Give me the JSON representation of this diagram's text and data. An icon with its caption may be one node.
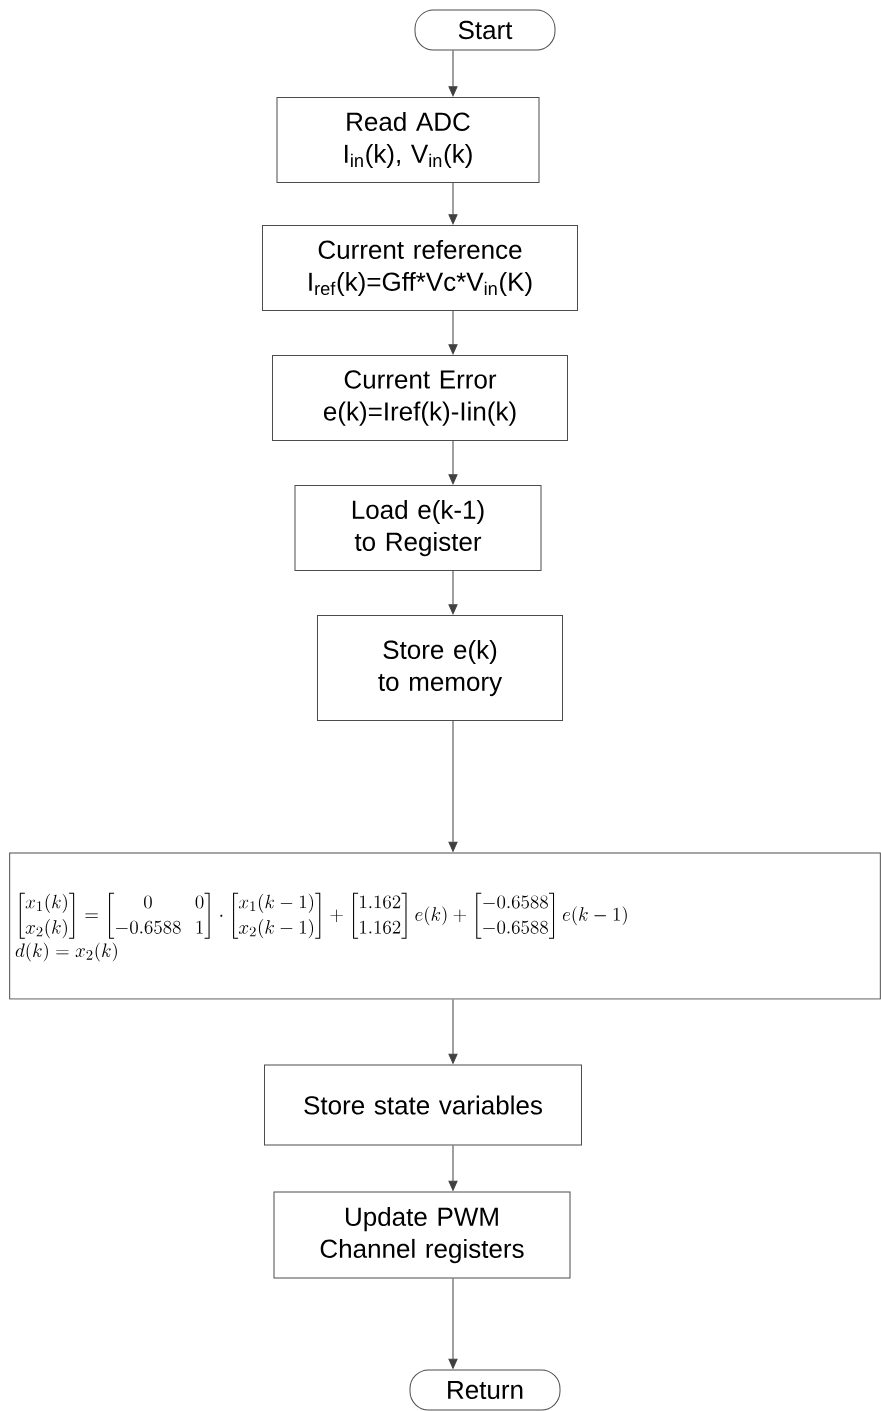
{
  "diagram": {
    "nodes": [
      {
        "text": [
          "Start"
        ]
      },
      {
        "text": [
          "Read ADC",
          "I$_{in}$(k), V$_{in}$(k)"
        ]
      },
      {
        "text": [
          "Current reference",
          "I$_{ref}$(k)=Gff*Vc*V$_{in}$(K)"
        ]
      },
      {
        "text": [
          "Current Error",
          "e(k)=Iref(k)-Iin(k)"
        ]
      },
      {
        "text": [
          "Load e(k-1) to Register"
        ]
      },
      {
        "text": [
          "Store e(k) to memory"
        ]
      },
      {
        "text": [
          "\\begin{bmatrix} x_1(k) \\\\ x_2(k) \\end{bmatrix} = \\begin{bmatrix} 0 & 0 \\\\ -0.6588 & 1 \\end{bmatrix} \\cdot \\begin{bmatrix} x_1(k-1) \\\\ x_2(k-1) \\end{bmatrix} + \\begin{bmatrix} 1.162 \\\\ 1.162 \\end{bmatrix} e(k) + \\begin{bmatrix} -0.6588 \\\\ -0.6588 \\end{bmatrix} e(k-1)",
          "d(k) = x_2(k)"
        ]
      },
      {
        "text": [
          "Store state variables"
        ]
      },
      {
        "text": [
          "Update PWM Channel registers"
        ]
      },
      {
        "text": [
          "Return"
        ]
      }
    ],
    "edges": [
      {
        "from": 0,
        "to": 1,
        "arrow": "to"
      },
      {
        "from": 1,
        "to": 2,
        "arrow": "to"
      },
      {
        "from": 2,
        "to": 3,
        "arrow": "to"
      },
      {
        "from": 3,
        "to": 4,
        "arrow": "to"
      },
      {
        "from": 4,
        "to": 5,
        "arrow": "to"
      },
      {
        "from": 5,
        "to": 6,
        "arrow": "to"
      },
      {
        "from": 6,
        "to": 7,
        "arrow": "to"
      },
      {
        "from": 7,
        "to": 8,
        "arrow": "to"
      },
      {
        "from": 8,
        "to": 9,
        "arrow": "to"
      }
    ]
  }
}
